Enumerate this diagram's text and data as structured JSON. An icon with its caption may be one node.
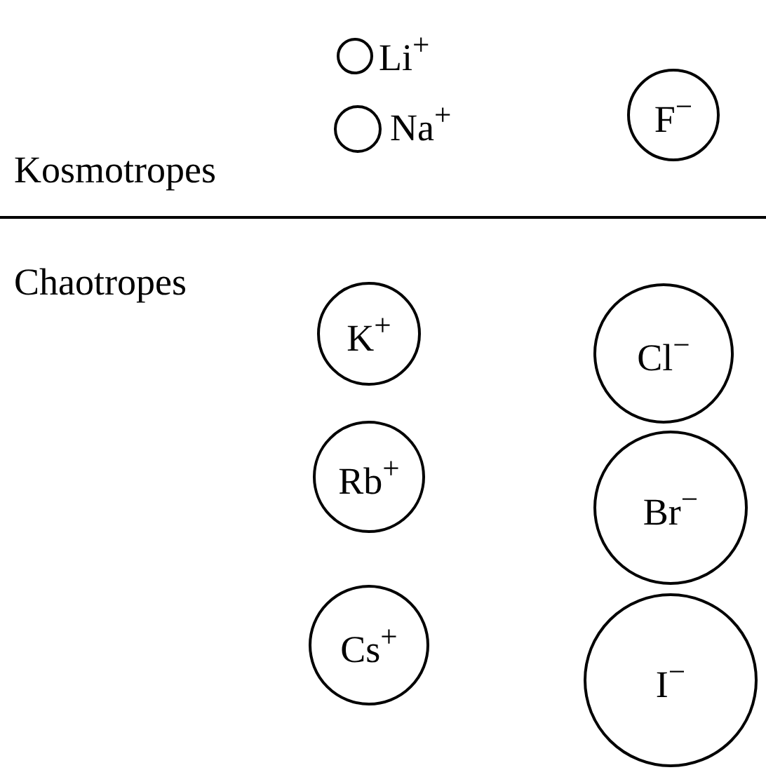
{
  "diagram": {
    "nodes": [
      {
        "text": [],
        "shape": "circle",
        "beside": [
          "Li$^{+}$"
        ]
      },
      {
        "text": [
          "F$^{−}$"
        ]
      },
      {
        "text": [],
        "shape": "circle",
        "beside": [
          "Na$^{+}$"
        ]
      },
      {
        "text": [
          "K$^{+}$"
        ]
      },
      {
        "text": [
          "Cl$^{−}$"
        ]
      },
      {
        "text": [
          "Rb$^{+}$"
        ]
      },
      {
        "text": [
          "Br$^{−}$"
        ]
      },
      {
        "text": [
          "Cs$^{+}$"
        ]
      },
      {
        "text": [
          "I$^{−}$"
        ]
      }
    ],
    "labels": [
      "Kosmotropes",
      "Chaotropes"
    ]
  }
}
